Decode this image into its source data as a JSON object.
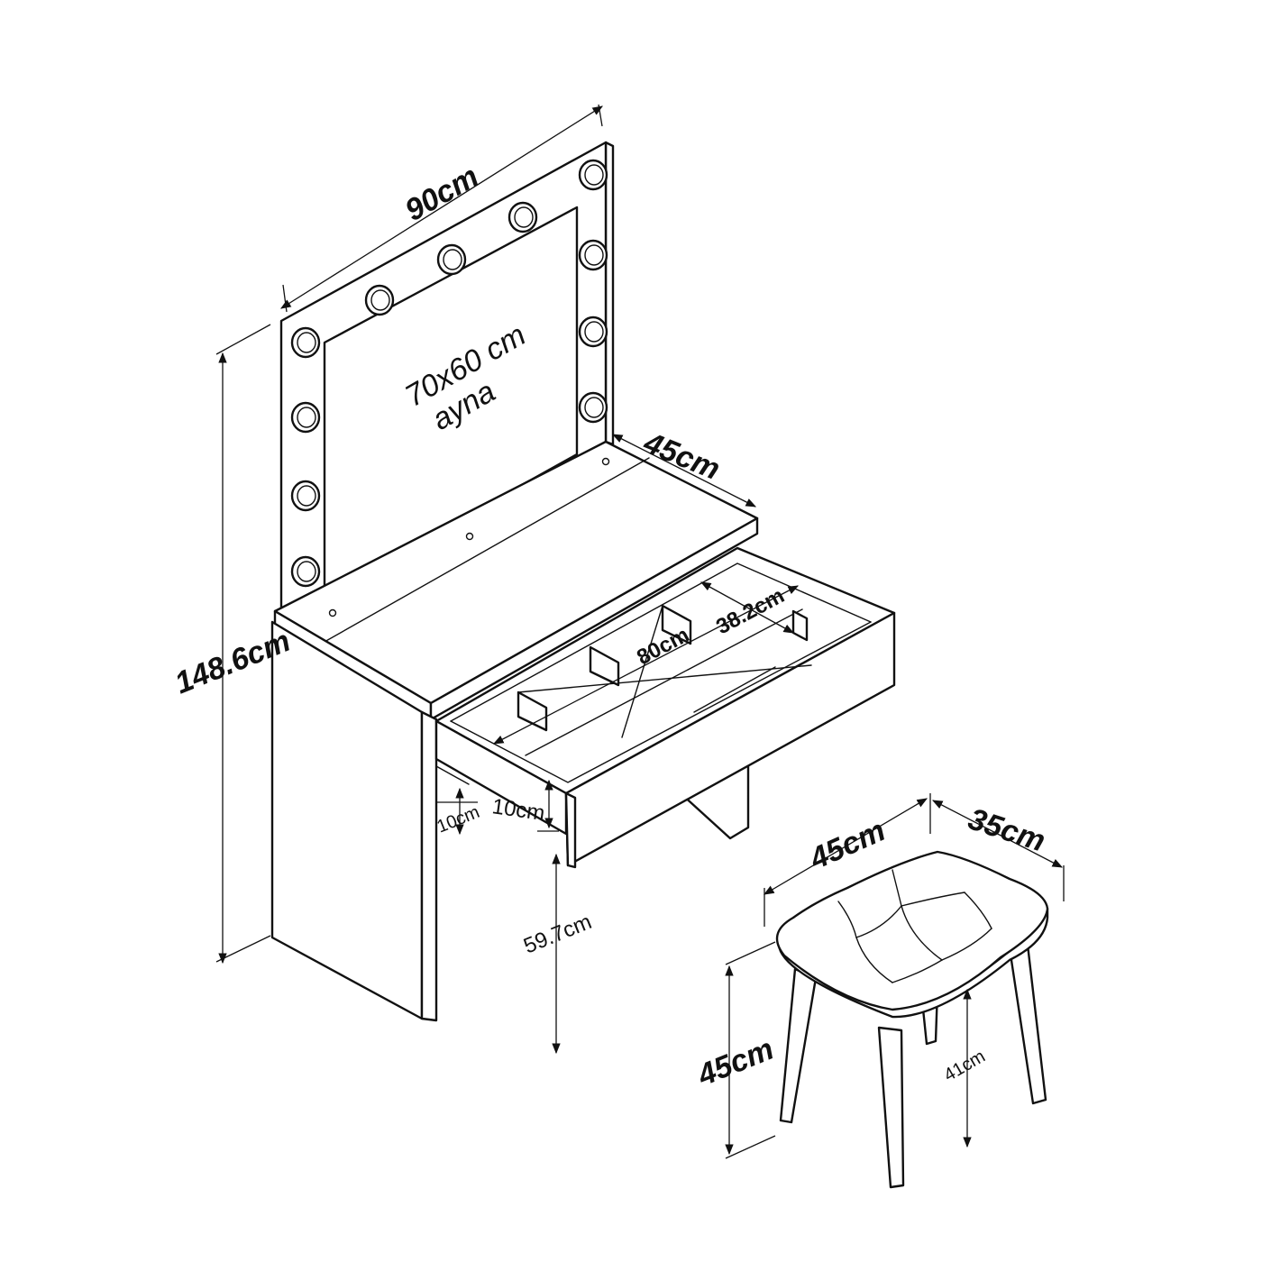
{
  "labels": {
    "mirror_frame_width": "90cm",
    "mirror_size": "70x60 cm",
    "mirror_word": "ayna",
    "table_depth": "45cm",
    "total_height": "148.6cm",
    "drawer_depth": "38.2cm",
    "drawer_width": "80cm",
    "drawer_height_left": "10cm",
    "drawer_height_front": "10cm",
    "knee_clearance": "59.7cm",
    "stool_width": "45cm",
    "stool_depth": "35cm",
    "stool_height": "45cm",
    "stool_leg_height": "41cm"
  }
}
